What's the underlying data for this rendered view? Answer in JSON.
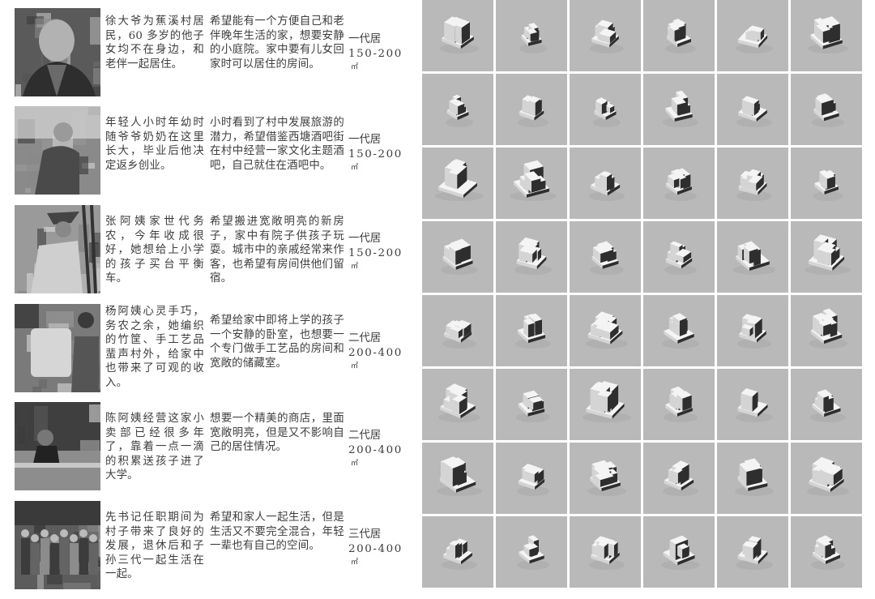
{
  "residents": [
    {
      "photo": "elderly-man-portrait",
      "description": "徐大爷为蕉溪村居民，60 多岁的他子女均不在身边，和老伴一起居住。",
      "wish": "希望能有一个方便自己和老伴晚年生活的家，想要安静的小庭院。家中要有儿女回家时可以居住的房间。",
      "household_type": "一代居",
      "area_range": "150-200",
      "area_unit": "㎡"
    },
    {
      "photo": "young-man-outdoors",
      "description": "年轻人小时年幼时随爷爷奶奶在这里长大，毕业后他决定返乡创业。",
      "wish": "小时看到了村中发展旅游的潜力，希望借鉴西塘酒吧街在村中经营一家文化主题酒吧，自己就住在酒吧中。",
      "household_type": "一代居",
      "area_range": "150-200",
      "area_unit": "㎡"
    },
    {
      "photo": "farmer-woman-in-field",
      "description": "张阿姨家世代务农，今年收成很好，她想给上小学的孩子买台平衡车。",
      "wish": "希望搬进宽敞明亮的新房子，家中有院子供孩子玩耍。城市中的亲戚经常来作客，也希望有房间供他们留宿。",
      "household_type": "一代居",
      "area_range": "150-200",
      "area_unit": "㎡"
    },
    {
      "photo": "craftswoman-indoors",
      "description": "杨阿姨心灵手巧，务农之余，她编织的竹筐、手工艺品蜚声村外，给家中也带来了可观的收入。",
      "wish": "希望给家中即将上学的孩子一个安静的卧室，也想要一个专门做手工艺品的房间和宽敞的储藏室。",
      "household_type": "二代居",
      "area_range": "200-400",
      "area_unit": "㎡"
    },
    {
      "photo": "shopkeeper-woman",
      "description": "陈阿姨经营这家小卖部已经很多年了，靠着一点一滴的积累送孩子进了大学。",
      "wish": "想要一个精美的商店，里面宽敞明亮，但是又不影响自己的居住情况。",
      "household_type": "二代居",
      "area_range": "200-400",
      "area_unit": "㎡"
    },
    {
      "photo": "three-generation-family",
      "description": "先书记任职期间为村子带来了良好的发展，退休后和子孙三代一起生活在一起。",
      "wish": "希望和家人一起生活，但是生活又不要完全混合，年轻一辈也有自己的空间。",
      "household_type": "三代居",
      "area_range": "200-400",
      "area_unit": "㎡"
    }
  ],
  "model_grid": {
    "rows": 8,
    "columns": 6,
    "cell_background": "#b9b9b9",
    "model_colors": {
      "light": "#f4f4f4",
      "mid": "#d4d4d4",
      "shade": "#8e8e8e",
      "dark": "#2e2e2e"
    },
    "models": [
      [
        12,
        44,
        18,
        -8
      ],
      [
        28,
        30,
        14,
        20
      ],
      [
        40,
        38,
        16,
        -15
      ],
      [
        60,
        34,
        15,
        10
      ],
      [
        75,
        42,
        17,
        -20
      ],
      [
        90,
        46,
        19,
        15
      ],
      [
        5,
        30,
        13,
        5
      ],
      [
        22,
        34,
        14,
        -10
      ],
      [
        33,
        30,
        13,
        0
      ],
      [
        48,
        40,
        17,
        20
      ],
      [
        66,
        40,
        17,
        -12
      ],
      [
        82,
        36,
        16,
        14
      ],
      [
        101,
        54,
        22,
        -14
      ],
      [
        117,
        52,
        21,
        18
      ],
      [
        130,
        40,
        16,
        -6
      ],
      [
        145,
        36,
        15,
        10
      ],
      [
        158,
        40,
        16,
        -18
      ],
      [
        170,
        34,
        14,
        12
      ],
      [
        183,
        42,
        17,
        10
      ],
      [
        195,
        42,
        17,
        -18
      ],
      [
        207,
        38,
        16,
        14
      ],
      [
        219,
        36,
        15,
        -8
      ],
      [
        231,
        48,
        20,
        14
      ],
      [
        243,
        50,
        21,
        -16
      ],
      [
        255,
        38,
        16,
        -10
      ],
      [
        267,
        40,
        17,
        16
      ],
      [
        279,
        48,
        20,
        -14
      ],
      [
        291,
        42,
        17,
        8
      ],
      [
        303,
        38,
        16,
        -14
      ],
      [
        315,
        44,
        18,
        12
      ],
      [
        327,
        48,
        20,
        -6
      ],
      [
        339,
        38,
        16,
        18
      ],
      [
        351,
        54,
        22,
        -18
      ],
      [
        363,
        38,
        16,
        10
      ],
      [
        375,
        42,
        17,
        -16
      ],
      [
        387,
        40,
        17,
        12
      ],
      [
        399,
        50,
        21,
        8
      ],
      [
        411,
        36,
        15,
        -12
      ],
      [
        423,
        44,
        18,
        16
      ],
      [
        435,
        40,
        17,
        -6
      ],
      [
        447,
        44,
        18,
        20
      ],
      [
        459,
        48,
        20,
        -10
      ],
      [
        471,
        40,
        17,
        -10
      ],
      [
        483,
        36,
        15,
        12
      ],
      [
        495,
        40,
        17,
        -14
      ],
      [
        507,
        44,
        18,
        8
      ],
      [
        519,
        42,
        17,
        -18
      ],
      [
        531,
        38,
        16,
        6
      ]
    ]
  }
}
